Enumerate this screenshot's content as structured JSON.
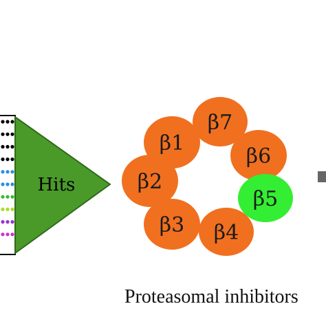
{
  "hits": {
    "label": "Hits",
    "fill": "#4a9a2a",
    "stroke": "#2f6a1a"
  },
  "plate": {
    "border": "#000000",
    "dot_colors": [
      "#000000",
      "#000000",
      "#000000",
      "#000000",
      "#2a8fe0",
      "#2a8fe0",
      "#33bb33",
      "#aadd22",
      "#9933cc",
      "#cc33cc"
    ]
  },
  "proteasome": {
    "subunits": [
      {
        "id": "b1",
        "label": "β1",
        "color": "#f07020"
      },
      {
        "id": "b7",
        "label": "β7",
        "color": "#f07020"
      },
      {
        "id": "b6",
        "label": "β6",
        "color": "#f07020"
      },
      {
        "id": "b2",
        "label": "β2",
        "color": "#f07020"
      },
      {
        "id": "b5",
        "label": "β5",
        "color": "#33ee33"
      },
      {
        "id": "b3",
        "label": "β3",
        "color": "#f07020"
      },
      {
        "id": "b4",
        "label": "β4",
        "color": "#f07020"
      }
    ]
  },
  "caption": "Proteasomal inhibitors",
  "edge_marker_color": "#666666"
}
